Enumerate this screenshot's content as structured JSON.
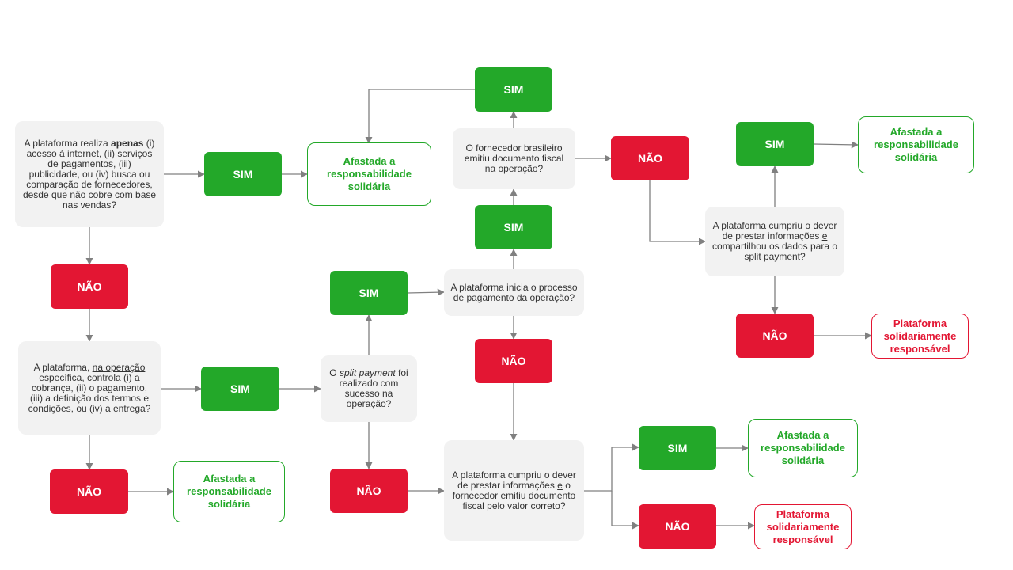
{
  "colors": {
    "yes": "#23a829",
    "no": "#e31633",
    "question_bg": "#f2f2f2",
    "arrow": "#808080"
  },
  "labels": {
    "sim": "SIM",
    "nao": "NÃO"
  },
  "questions": {
    "q1": {
      "pre": "A plataforma realiza ",
      "bold": "apenas",
      "post": " (i) acesso à internet, (ii) serviços de pagamentos, (iii) publicidade, ou (iv) busca ou comparação de fornecedores, desde que não cobre com base nas vendas?"
    },
    "q2": {
      "pre": "A plataforma, ",
      "underline": "na operação específica",
      "post": ", controla (i) a cobrança, (ii) o pagamento, (iii) a definição dos termos e condições, ou (iv) a entrega?"
    },
    "q3": {
      "pre": "O ",
      "italic": "split payment",
      "post": " foi realizado com sucesso na operação?"
    },
    "q4": {
      "text": "A plataforma inicia o processo de pagamento da operação?"
    },
    "q5": {
      "text": "O fornecedor brasileiro emitiu documento fiscal na operação?"
    },
    "q6": {
      "pre": "A plataforma cumpriu o dever de prestar informações ",
      "underline": "e",
      "post": " compartilhou os dados para o split payment?"
    },
    "q7": {
      "pre": "A plataforma cumpriu o dever de prestar informações ",
      "underline": "e",
      "post": " o fornecedor emitiu documento fiscal pelo valor correto?"
    }
  },
  "outcomes": {
    "afastada": "Afastada a responsabilidade solidária",
    "responsavel": "Plataforma solidariamente responsável"
  }
}
